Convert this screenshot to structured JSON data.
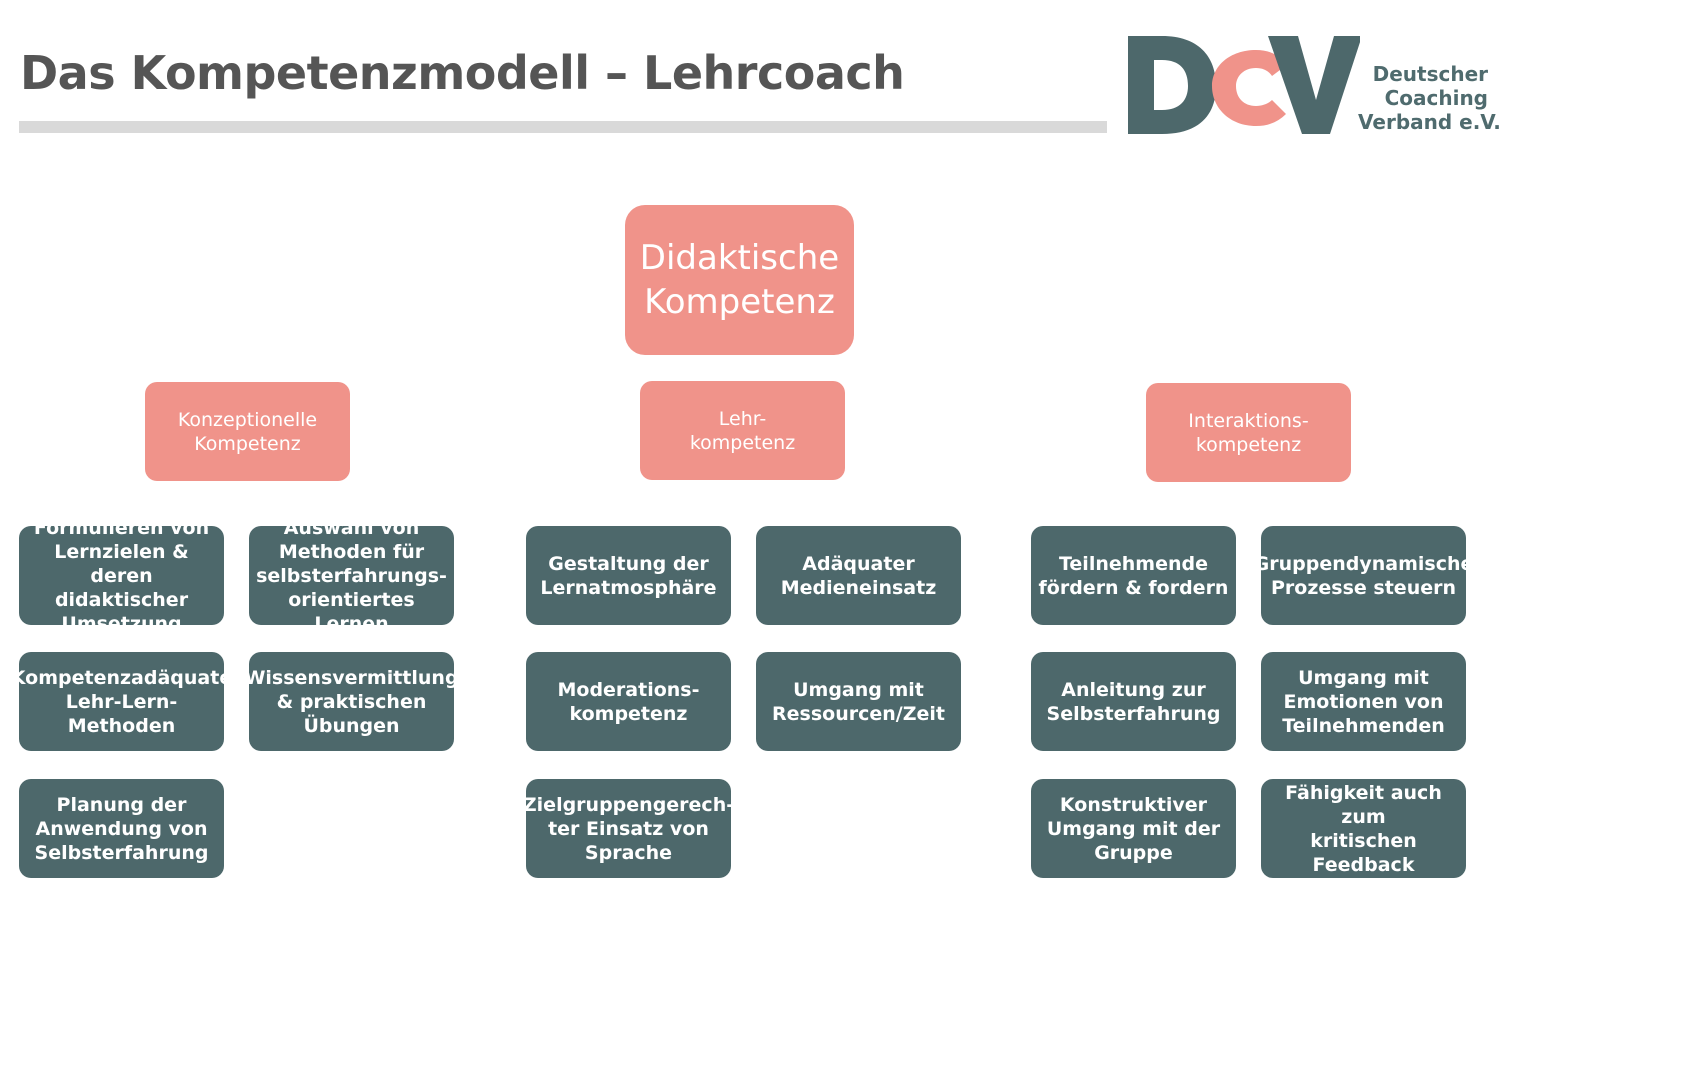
{
  "header": {
    "title": "Das Kompetenzmodell – Lehrcoach"
  },
  "logo": {
    "letters": "DCV",
    "line1": "Deutscher",
    "line2": "Coaching",
    "line3": "Verband e.V.",
    "colors": {
      "primary": "#4d686b",
      "accent": "#f0938a"
    }
  },
  "diagram": {
    "root": "Didaktische\nKompetenz",
    "categories": [
      {
        "label": "Konzeptionelle\nKompetenz",
        "items": [
          "Formulieren von\nLernzielen & deren\ndidaktischer\nUmsetzung",
          "Auswahl von\nMethoden für\nselbsterfahrungs-\norientiertes Lernen",
          "Kompetenzadäquate\nLehr-Lern-\nMethoden",
          "Wissensvermittlung\n& praktischen\nÜbungen",
          "Planung der\nAnwendung von\nSelbsterfahrung"
        ]
      },
      {
        "label": "Lehr-\nkompetenz",
        "items": [
          "Gestaltung der\nLernatmosphäre",
          "Adäquater\nMedieneinsatz",
          "Moderations-\nkompetenz",
          "Umgang mit\nRessourcen/Zeit",
          "Zielgruppengerech-\nter Einsatz von\nSprache"
        ]
      },
      {
        "label": "Interaktions-\nkompetenz",
        "items": [
          "Teilnehmende\nfördern & fordern",
          "Gruppendynamische\nProzesse steuern",
          "Anleitung zur\nSelbsterfahrung",
          "Umgang mit\nEmotionen von\nTeilnehmenden",
          "Konstruktiver\nUmgang mit der\nGruppe",
          "Fähigkeit auch zum\nkritischen Feedback"
        ]
      }
    ]
  }
}
